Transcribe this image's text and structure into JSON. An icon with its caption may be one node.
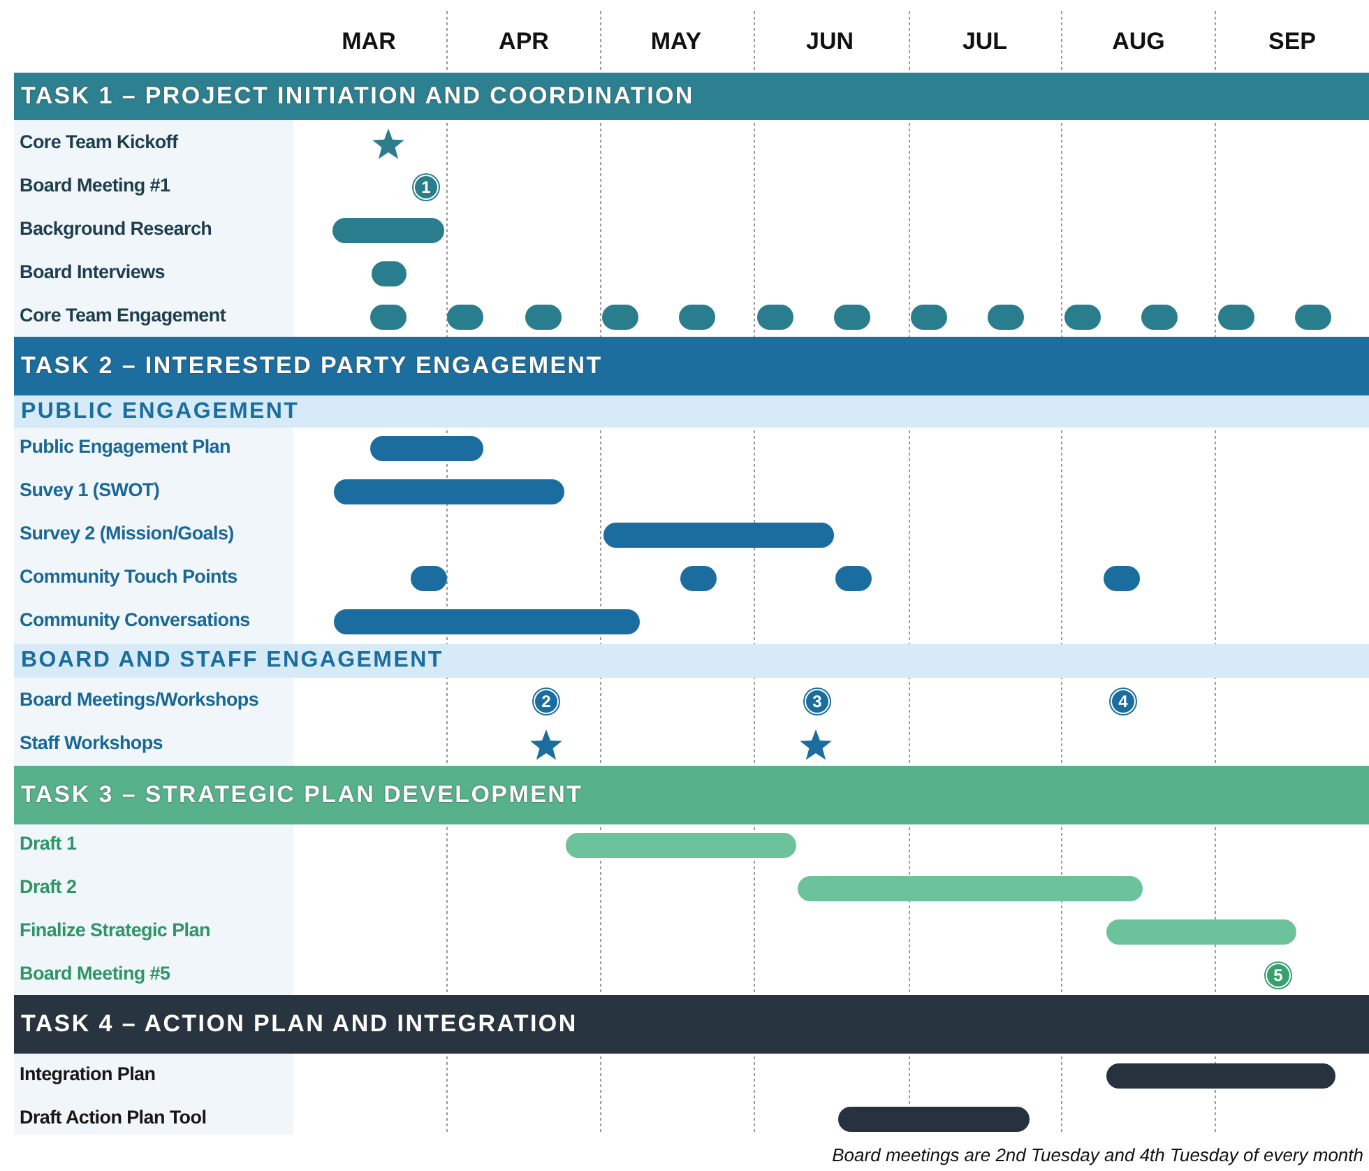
{
  "diagram": {
    "nodes": [
      {
        "text": [
          "TASK 1 – PROJECT INITIATION AND COORDINATION"
        ]
      },
      {
        "text": [],
        "shape": "star"
      },
      {
        "text": [
          "1"
        ]
      },
      {
        "text": [],
        "shape": "bar"
      },
      {
        "text": [],
        "shape": "bar"
      },
      {
        "text": [],
        "shape": "bar"
      },
      {
        "text": [],
        "shape": "bar"
      },
      {
        "text": [],
        "shape": "bar"
      },
      {
        "text": [],
        "shape": "bar"
      },
      {
        "text": [],
        "shape": "bar"
      },
      {
        "text": [],
        "shape": "bar"
      },
      {
        "text": [],
        "shape": "bar"
      },
      {
        "text": [],
        "shape": "bar"
      },
      {
        "text": [],
        "shape": "bar"
      },
      {
        "text": [],
        "shape": "bar"
      },
      {
        "text": [],
        "shape": "bar"
      },
      {
        "text": [],
        "shape": "bar"
      },
      {
        "text": [],
        "shape": "bar"
      },
      {
        "text": [
          "TASK 2 – INTERESTED PARTY ENGAGEMENT"
        ]
      },
      {
        "text": [
          "PUBLIC ENGAGEMENT"
        ]
      },
      {
        "text": [],
        "shape": "bar"
      },
      {
        "text": [],
        "shape": "bar"
      },
      {
        "text": [],
        "shape": "bar"
      },
      {
        "text": [],
        "shape": "bar"
      },
      {
        "text": [],
        "shape": "bar"
      },
      {
        "text": [],
        "shape": "bar"
      },
      {
        "text": [],
        "shape": "bar"
      },
      {
        "text": [],
        "shape": "bar"
      },
      {
        "text": [
          "BOARD AND STAFF ENGAGEMENT"
        ]
      },
      {
        "text": [
          "2"
        ]
      },
      {
        "text": [
          "3"
        ]
      },
      {
        "text": [
          "4"
        ]
      },
      {
        "text": [],
        "shape": "star"
      },
      {
        "text": [],
        "shape": "star"
      },
      {
        "text": [
          "TASK 3 – STRATEGIC PLAN DEVELOPMENT"
        ]
      },
      {
        "text": [],
        "shape": "bar"
      },
      {
        "text": [],
        "shape": "bar"
      },
      {
        "text": [],
        "shape": "bar"
      },
      {
        "text": [
          "5"
        ]
      },
      {
        "text": [
          "TASK 4 – ACTION PLAN AND INTEGRATION"
        ]
      },
      {
        "text": [],
        "shape": "bar"
      },
      {
        "text": [],
        "shape": "bar"
      }
    ],
    "labels": [
      "MAR",
      "APR",
      "MAY",
      "JUN",
      "JUL",
      "AUG",
      "SEP",
      "Core Team Kickoff",
      "Board Meeting #1",
      "Background Research",
      "Board Interviews",
      "Core Team Engagement",
      "Public Engagement Plan",
      "Suvey 1 (SWOT)",
      "Survey 2 (Mission/Goals)",
      "Community Touch Points",
      "Community Conversations",
      "Board Meetings/Workshops",
      "Staff Workshops",
      "Draft 1",
      "Draft 2",
      "Finalize Strategic Plan",
      "Board Meeting #5",
      "Integration Plan",
      "Draft Action Plan Tool"
    ],
    "caption": "Board meetings are 2nd Tuesday and 4th Tuesday of every month"
  }
}
